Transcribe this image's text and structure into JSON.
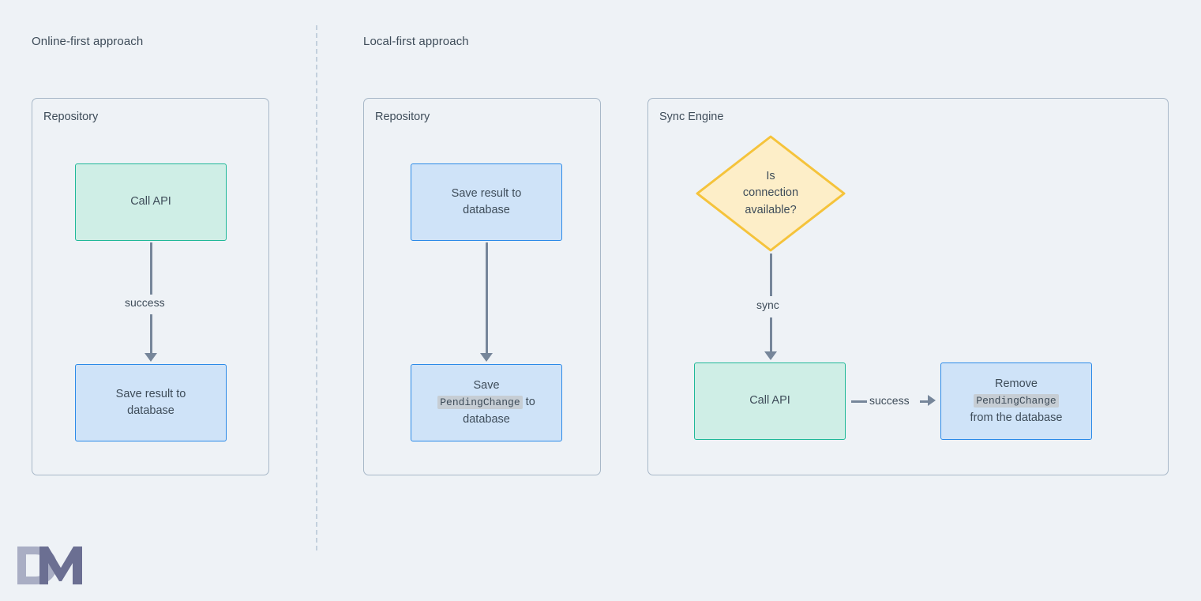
{
  "page": {
    "background_color": "#eef2f6",
    "text_color": "#3e4c59"
  },
  "columns": [
    {
      "title": "Online-first approach"
    },
    {
      "title": "Local-first approach"
    }
  ],
  "groups": [
    {
      "label": "Repository"
    },
    {
      "label": "Repository"
    },
    {
      "label": "Sync Engine"
    }
  ],
  "online_first": {
    "group_label": "Repository",
    "nodes": [
      {
        "id": "call-api",
        "text": "Call API",
        "style": "green"
      },
      {
        "id": "save-result",
        "line1": "Save result to",
        "line2": "database",
        "style": "blue"
      }
    ],
    "edges": [
      {
        "id": "success-edge",
        "label": "success"
      }
    ]
  },
  "local_first": {
    "group_label": "Repository",
    "nodes": [
      {
        "id": "save-result",
        "line1": "Save result to",
        "line2": "database",
        "style": "blue"
      },
      {
        "id": "save-pending",
        "line1": "Save",
        "code": "PendingChange",
        "after_code": " to",
        "line3": "database",
        "style": "blue"
      }
    ]
  },
  "sync_engine": {
    "group_label": "Sync Engine",
    "decision": {
      "id": "is-connection-available",
      "text": "Is\nconnection\navailable?",
      "style": "yellow"
    },
    "nodes": [
      {
        "id": "call-api",
        "text": "Call API",
        "style": "green"
      },
      {
        "id": "remove-pending",
        "line1": "Remove",
        "code": "PendingChange",
        "line3": "from the database",
        "style": "blue"
      }
    ],
    "edges": [
      {
        "id": "sync-edge",
        "label": "sync"
      },
      {
        "id": "success-edge",
        "label": "success"
      }
    ]
  },
  "colors": {
    "green_fill": "#cfeee6",
    "green_border": "#1fb898",
    "blue_fill": "#cfe3f8",
    "blue_border": "#2b8ae8",
    "yellow_fill": "#fdeec8",
    "yellow_border": "#f5c33b",
    "connector": "#76869a",
    "group_border": "#a8b8c8",
    "divider": "#c3d0dd",
    "code_chip_bg": "#c6cdd4"
  },
  "logo": {
    "name": "dm-logo",
    "text": "DM"
  }
}
